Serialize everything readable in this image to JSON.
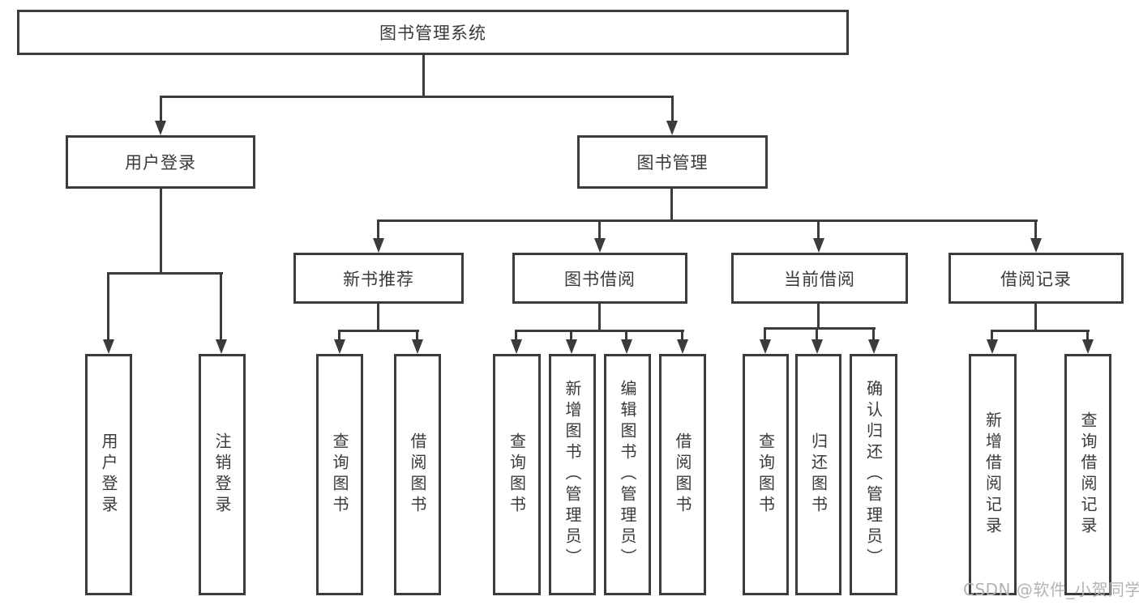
{
  "tree": {
    "root": {
      "label": "图书管理系统",
      "children": [
        {
          "label": "用户登录",
          "children": [
            {
              "label": "用户登录"
            },
            {
              "label": "注销登录"
            }
          ]
        },
        {
          "label": "图书管理",
          "children": [
            {
              "label": "新书推荐",
              "children": [
                {
                  "label": "查询图书"
                },
                {
                  "label": "借阅图书"
                }
              ]
            },
            {
              "label": "图书借阅",
              "children": [
                {
                  "label": "查询图书"
                },
                {
                  "label": "新增图书（管理员）"
                },
                {
                  "label": "编辑图书（管理员）"
                },
                {
                  "label": "借阅图书"
                }
              ]
            },
            {
              "label": "当前借阅",
              "children": [
                {
                  "label": "查询图书"
                },
                {
                  "label": "归还图书"
                },
                {
                  "label": "确认归还（管理员）"
                }
              ]
            },
            {
              "label": "借阅记录",
              "children": [
                {
                  "label": "新增借阅记录"
                },
                {
                  "label": "查询借阅记录"
                }
              ]
            }
          ]
        }
      ]
    }
  },
  "watermark": {
    "text": "CSDN @软件_小贺同学"
  },
  "colors": {
    "line": "#3b3b3b",
    "box_border": "#3b3b3b",
    "box_fill": "#ffffff",
    "text": "#3a3a3a",
    "watermark": "#b3b3b3",
    "background": "#ffffff"
  }
}
